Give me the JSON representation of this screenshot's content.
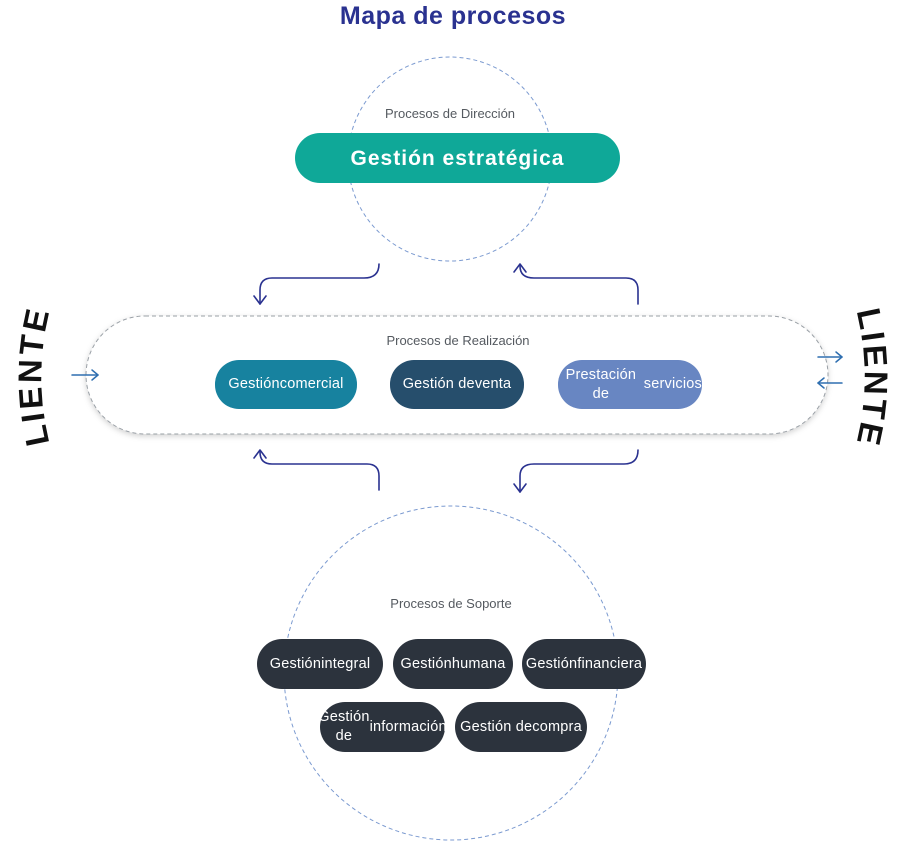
{
  "title": "Mapa de procesos",
  "side_label": "CLIENTES",
  "direccion": {
    "label": "Procesos de Dirección",
    "items": [
      {
        "lines": [
          "Gestión estratégica"
        ],
        "color": "#0fa898"
      }
    ]
  },
  "realizacion": {
    "label": "Procesos de Realización",
    "items": [
      {
        "lines": [
          "Gestión",
          "comercial"
        ],
        "color": "#17829f"
      },
      {
        "lines": [
          "Gestión de",
          "venta"
        ],
        "color": "#264e6c"
      },
      {
        "lines": [
          "Prestación de",
          "servicios"
        ],
        "color": "#6886c2"
      }
    ]
  },
  "soporte": {
    "label": "Procesos de Soporte",
    "items": [
      {
        "lines": [
          "Gestión",
          "integral"
        ],
        "color": "#2c333d"
      },
      {
        "lines": [
          "Gestión",
          "humana"
        ],
        "color": "#2c333d"
      },
      {
        "lines": [
          "Gestión",
          "financiera"
        ],
        "color": "#2c333d"
      },
      {
        "lines": [
          "Gestión de",
          "información"
        ],
        "color": "#2c333d"
      },
      {
        "lines": [
          "Gestión de",
          "compra"
        ],
        "color": "#2c333d"
      }
    ]
  },
  "colors": {
    "title": "#2a3290",
    "flow_arrow": "#2a3290",
    "client_arrow": "#2f6fb0",
    "dashed": "#7b9ad0"
  }
}
